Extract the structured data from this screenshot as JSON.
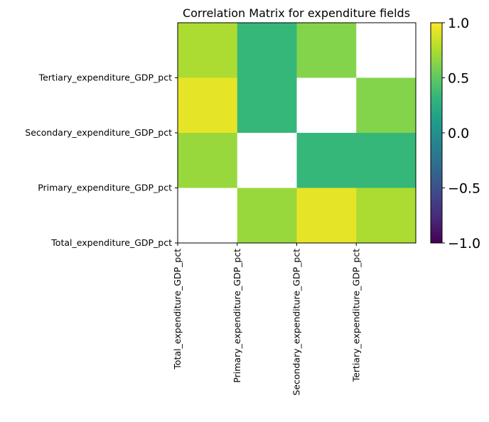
{
  "chart_data": {
    "type": "heatmap",
    "title": "Correlation Matrix for expenditure fields",
    "x_tick_labels": [
      "Total_expenditure_GDP_pct",
      "Primary_expenditure_GDP_pct",
      "Secondary_expenditure_GDP_pct",
      "Tertiary_expenditure_GDP_pct"
    ],
    "y_tick_labels": [
      "Total_expenditure_GDP_pct",
      "Primary_expenditure_GDP_pct",
      "Secondary_expenditure_GDP_pct",
      "Tertiary_expenditure_GDP_pct"
    ],
    "rows_top_to_bottom": [
      [
        0.75,
        0.33,
        0.62,
        null
      ],
      [
        0.93,
        0.33,
        null,
        0.62
      ],
      [
        0.69,
        null,
        0.33,
        0.33
      ],
      [
        null,
        0.69,
        0.93,
        0.75
      ]
    ],
    "colormap": "viridis",
    "vmin": -1.0,
    "vmax": 1.0,
    "colorbar_ticks": [
      "1.0",
      "0.5",
      "0.0",
      "−0.5",
      "−1.0"
    ],
    "grid": false,
    "colors": {
      "viridis": [
        "#440154",
        "#482878",
        "#3e4989",
        "#31688e",
        "#26828e",
        "#1f9e89",
        "#35b779",
        "#6ece58",
        "#b5de2b",
        "#fde725"
      ]
    }
  }
}
